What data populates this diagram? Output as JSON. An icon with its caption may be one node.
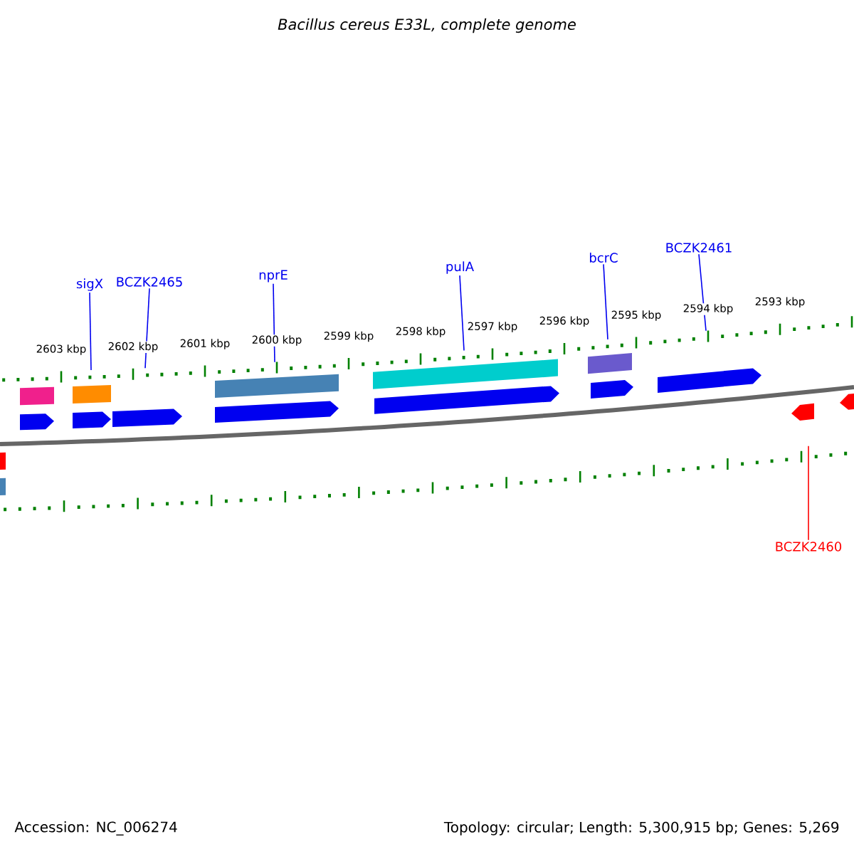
{
  "diagram": {
    "title": "Bacillus cereus E33L, complete genome",
    "nodes": [
      {
        "text": [
          "sigX"
        ]
      },
      {
        "text": [
          "BCZK2465"
        ]
      },
      {
        "text": [
          "nprE"
        ]
      },
      {
        "text": [
          "pulA"
        ]
      },
      {
        "text": [
          "bcrC"
        ]
      },
      {
        "text": [
          "BCZK2461"
        ]
      },
      {
        "text": [
          "BCZK2460"
        ]
      }
    ],
    "edges": [
      {
        "from": 0,
        "to": null,
        "arrow": "none"
      },
      {
        "from": 1,
        "to": null,
        "arrow": "none"
      },
      {
        "from": 2,
        "to": null,
        "arrow": "none"
      },
      {
        "from": 3,
        "to": null,
        "arrow": "none"
      },
      {
        "from": 4,
        "to": null,
        "arrow": "none"
      },
      {
        "from": 5,
        "to": null,
        "arrow": "none"
      },
      {
        "from": 6,
        "to": null,
        "arrow": "none",
        "color": "#ff0000"
      }
    ],
    "labels": [
      "2603 kbp",
      "2602 kbp",
      "2601 kbp",
      "2600 kbp",
      "2599 kbp",
      "2598 kbp",
      "2597 kbp",
      "2596 kbp",
      "2595 kbp",
      "2594 kbp",
      "2593 kbp",
      "Accession: NC_006274",
      "Topology: circular; Length: 5,300,915 bp; Genes: 5,269"
    ]
  }
}
